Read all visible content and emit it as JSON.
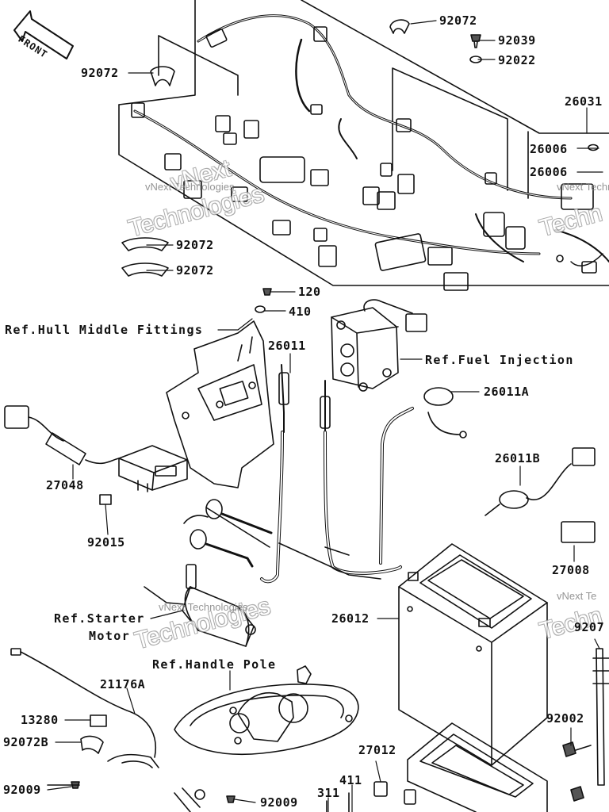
{
  "front_arrow": {
    "label": "FRONT"
  },
  "callouts": [
    {
      "id": "c1",
      "text": "92072"
    },
    {
      "id": "c2",
      "text": "92072"
    },
    {
      "id": "c3",
      "text": "92039"
    },
    {
      "id": "c4",
      "text": "92022"
    },
    {
      "id": "c5",
      "text": "26031"
    },
    {
      "id": "c6",
      "text": "26006"
    },
    {
      "id": "c7",
      "text": "26006"
    },
    {
      "id": "c8",
      "text": "92072"
    },
    {
      "id": "c9",
      "text": "92072"
    },
    {
      "id": "c10",
      "text": "120"
    },
    {
      "id": "c11",
      "text": "410"
    },
    {
      "id": "c12",
      "text": "26011"
    },
    {
      "id": "c13",
      "text": "26011A"
    },
    {
      "id": "c14",
      "text": "26011B"
    },
    {
      "id": "c15",
      "text": "27048"
    },
    {
      "id": "c16",
      "text": "92015"
    },
    {
      "id": "c17",
      "text": "27008"
    },
    {
      "id": "c18",
      "text": "26012"
    },
    {
      "id": "c19",
      "text": "21176A"
    },
    {
      "id": "c20",
      "text": "13280"
    },
    {
      "id": "c21",
      "text": "92072B"
    },
    {
      "id": "c22",
      "text": "92009"
    },
    {
      "id": "c23",
      "text": "92009"
    },
    {
      "id": "c24",
      "text": "27012"
    },
    {
      "id": "c25",
      "text": "411"
    },
    {
      "id": "c26",
      "text": "311"
    },
    {
      "id": "c27",
      "text": "92002"
    },
    {
      "id": "c28",
      "text": "9207"
    }
  ],
  "references": [
    {
      "id": "r1",
      "text": "Ref.Hull Middle Fittings"
    },
    {
      "id": "r2",
      "text": "Ref.Fuel Injection"
    },
    {
      "id": "r3",
      "text": "Ref.Starter"
    },
    {
      "id": "r4",
      "text": "Motor"
    },
    {
      "id": "r5",
      "text": "Ref.Handle Pole"
    }
  ],
  "watermarks": [
    {
      "id": "w1",
      "text": "vNext Technologies",
      "size": "small"
    },
    {
      "id": "w2",
      "text": "Technologies",
      "size": "big"
    },
    {
      "id": "w3",
      "text": "vNext",
      "size": "big"
    },
    {
      "id": "w4",
      "text": "vNext Technologies",
      "size": "small"
    },
    {
      "id": "w5",
      "text": "Technologies",
      "size": "big"
    },
    {
      "id": "w6",
      "text": "vNext Technologies",
      "size": "small"
    },
    {
      "id": "w7",
      "text": "Techn",
      "size": "big"
    },
    {
      "id": "w8",
      "text": "vNext Te",
      "size": "small"
    },
    {
      "id": "w9",
      "text": "Techn",
      "size": "big"
    }
  ]
}
